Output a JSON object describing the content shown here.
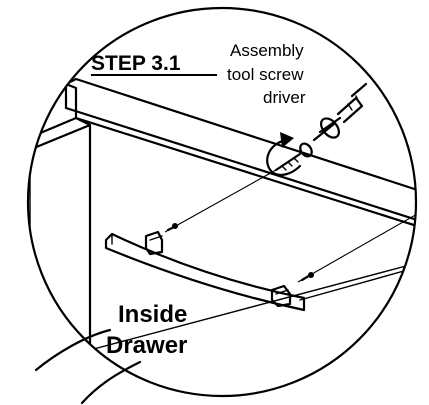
{
  "step": {
    "title": "STEP 3.1"
  },
  "caption": {
    "line1": "Assembly",
    "line2": "tool screw",
    "line3": "driver"
  },
  "location": {
    "line1": "Inside",
    "line2": "Drawer"
  },
  "icons": [
    "screwdriver-icon",
    "rotate-arrow-icon",
    "screw-icon",
    "handle-icon"
  ],
  "colors": {
    "ink": "#000000",
    "paper": "#ffffff"
  }
}
